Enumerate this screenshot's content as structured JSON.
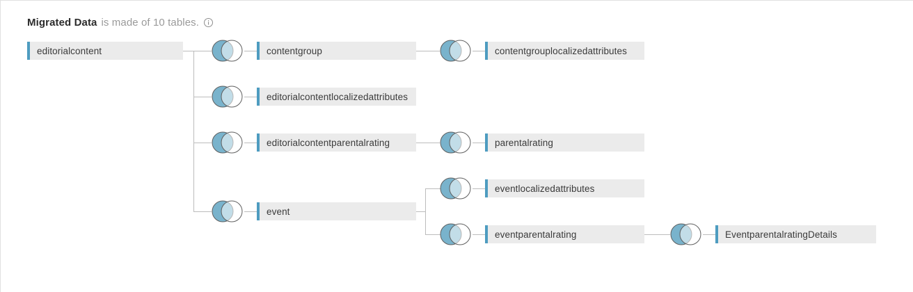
{
  "header": {
    "title": "Migrated Data",
    "subtitle": "is made of 10 tables.",
    "info_icon": "info-circle-icon"
  },
  "colors": {
    "pill_background": "#ebebeb",
    "pill_accent": "#4e9cc0",
    "venn_fill": "#79b3cc",
    "venn_stroke": "#5f5f5f",
    "connector": "#bcbcbc",
    "title_text": "#2b2b2b",
    "subtitle_text": "#9a9a9a",
    "label_text": "#3a3a3a"
  },
  "join_icon": {
    "name": "left-join-venn-icon",
    "type": "left join"
  },
  "tree": {
    "root": {
      "label": "editorialcontent"
    },
    "nodes": [
      {
        "id": "contentgroup",
        "label": "contentgroup"
      },
      {
        "id": "contentgrouplocalizedattributes",
        "label": "contentgrouplocalizedattributes"
      },
      {
        "id": "editorialcontentlocalizedattributes",
        "label": "editorialcontentlocalizedattributes"
      },
      {
        "id": "editorialcontentparentalrating",
        "label": "editorialcontentparentalrating"
      },
      {
        "id": "parentalrating",
        "label": "parentalrating"
      },
      {
        "id": "event",
        "label": "event"
      },
      {
        "id": "eventlocalizedattributes",
        "label": "eventlocalizedattributes"
      },
      {
        "id": "eventparentalrating",
        "label": "eventparentalrating"
      },
      {
        "id": "EventparentalratingDetails",
        "label": "EventparentalratingDetails"
      }
    ]
  }
}
